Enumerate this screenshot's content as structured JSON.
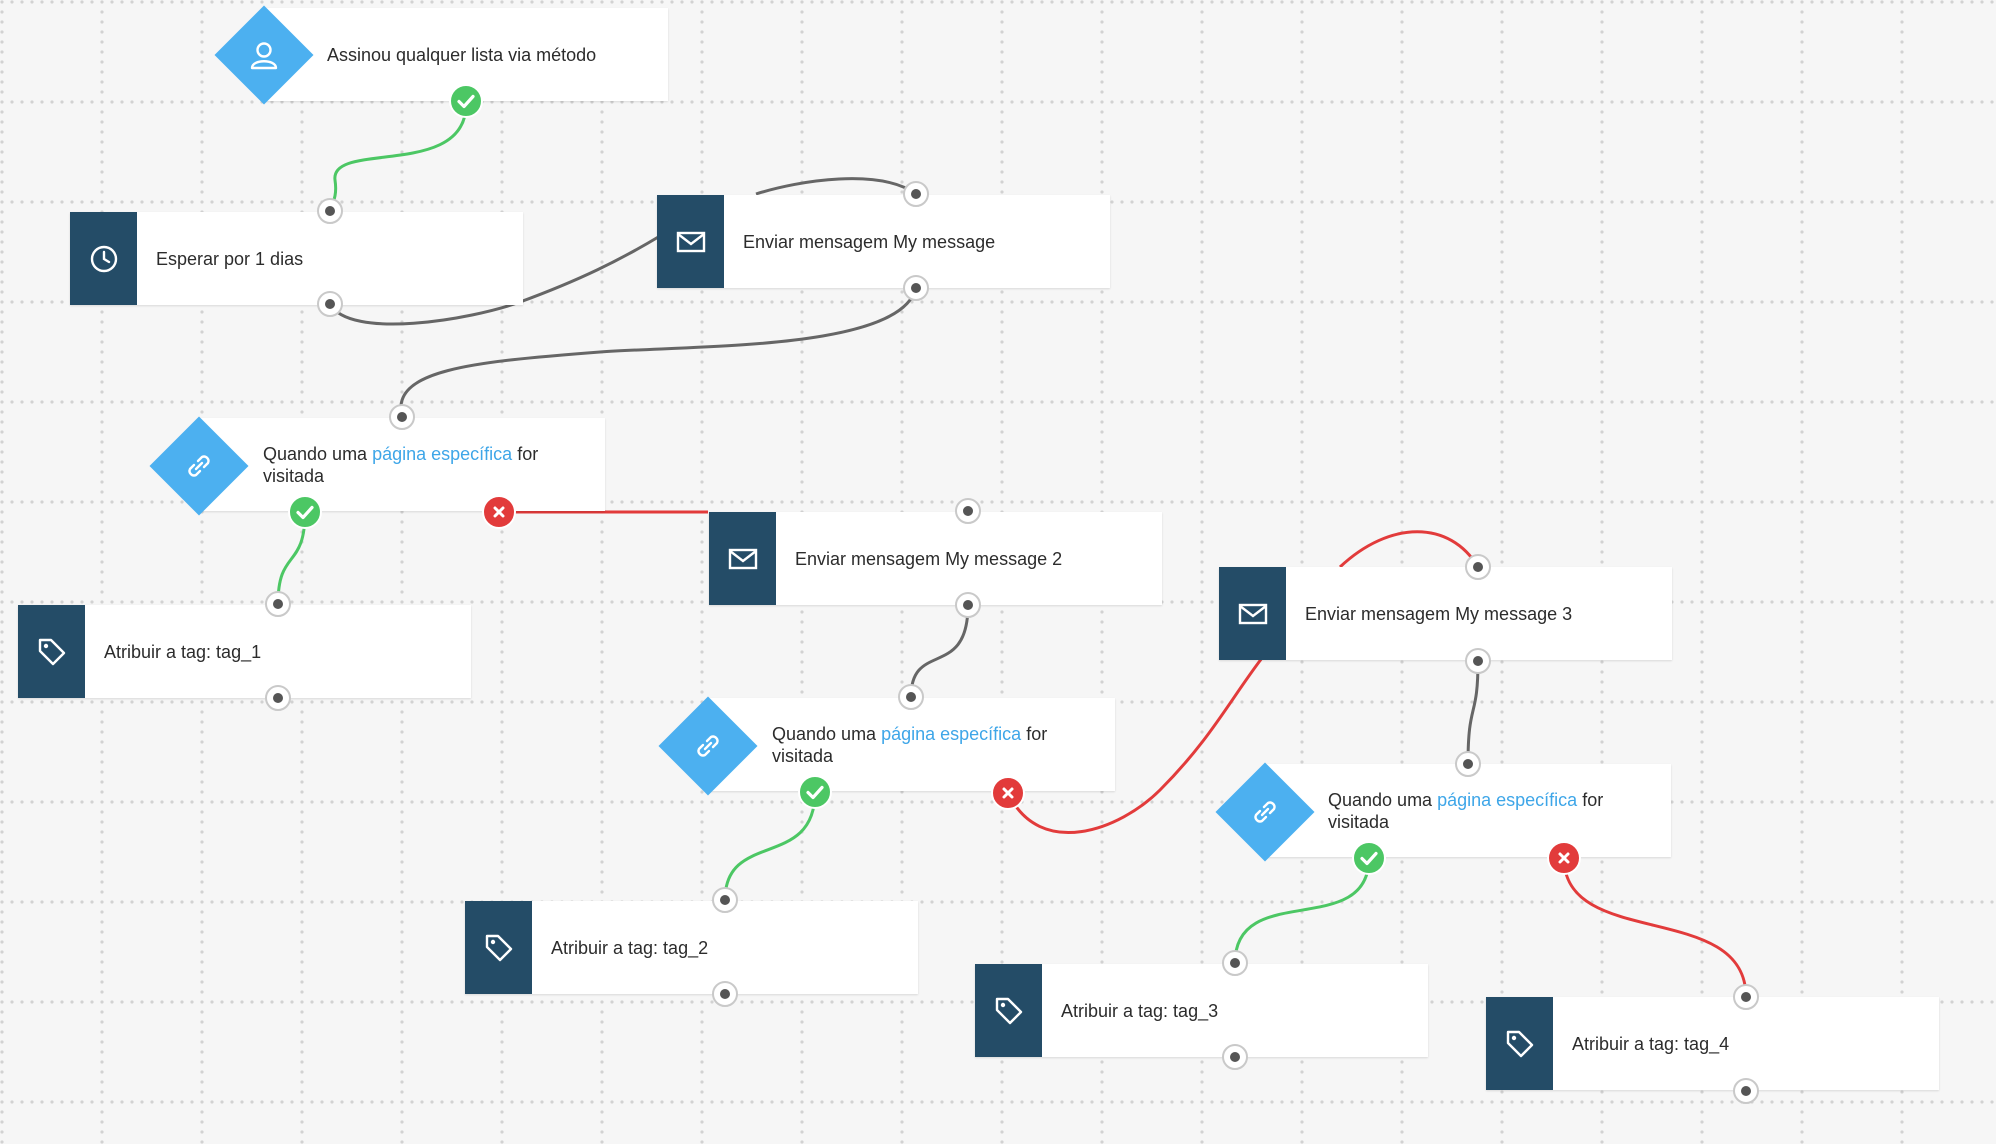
{
  "colors": {
    "canvas": "#f6f6f6",
    "dark_icon_box": "#244c67",
    "diamond": "#4cb0f0",
    "link_text": "#3ea6e8",
    "wire_default": "#666666",
    "wire_yes": "#4cc764",
    "wire_no": "#e23b3b"
  },
  "nodes": {
    "trigger_subscribed": {
      "label": "Assinou qualquer lista via método",
      "icon": "user-icon"
    },
    "wait_1_day": {
      "label": "Esperar por 1 dias",
      "icon": "clock-icon"
    },
    "send_message_1": {
      "label": "Enviar mensagem My message",
      "icon": "envelope-icon"
    },
    "condition_page_1": {
      "pre": "Quando uma ",
      "link": "página específica",
      "post": " for visitada",
      "icon": "link-icon"
    },
    "send_message_2": {
      "label": "Enviar mensagem My message 2",
      "icon": "envelope-icon"
    },
    "assign_tag_1": {
      "label": "Atribuir a tag: tag_1",
      "icon": "tag-icon"
    },
    "send_message_3": {
      "label": "Enviar mensagem My message 3",
      "icon": "envelope-icon"
    },
    "condition_page_2": {
      "pre": "Quando uma ",
      "link": "página específica",
      "post": " for visitada",
      "icon": "link-icon"
    },
    "assign_tag_2": {
      "label": "Atribuir a tag: tag_2",
      "icon": "tag-icon"
    },
    "condition_page_3": {
      "pre": "Quando uma ",
      "link": "página específica",
      "post": " for visitada",
      "icon": "link-icon"
    },
    "assign_tag_3": {
      "label": "Atribuir a tag: tag_3",
      "icon": "tag-icon"
    },
    "assign_tag_4": {
      "label": "Atribuir a tag: tag_4",
      "icon": "tag-icon"
    }
  }
}
